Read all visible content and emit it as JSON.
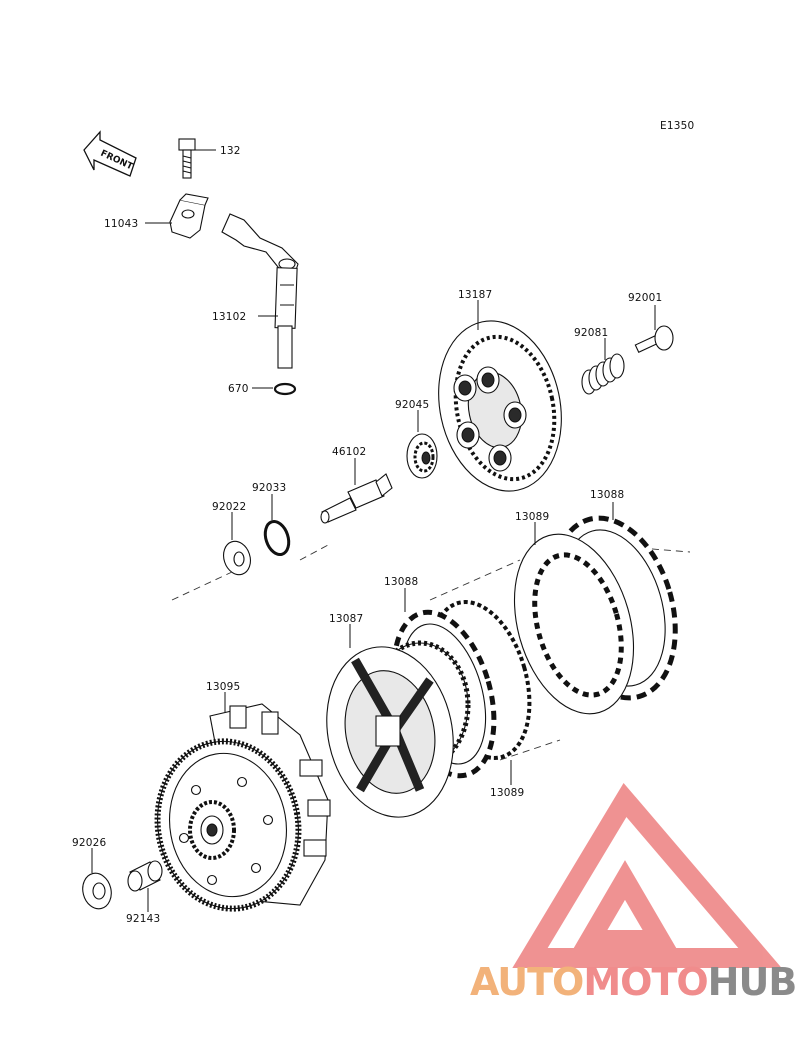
{
  "diagram": {
    "code": "E1350",
    "front_label": "FRONT"
  },
  "parts": {
    "p132": "132",
    "p11043": "11043",
    "p13102": "13102",
    "p670": "670",
    "p13187": "13187",
    "p92001": "92001",
    "p92081": "92081",
    "p92045": "92045",
    "p46102": "46102",
    "p92033": "92033",
    "p92022": "92022",
    "p13089a": "13089",
    "p13088a": "13088",
    "p13088b": "13088",
    "p13087": "13087",
    "p13089b": "13089",
    "p13095": "13095",
    "p92026": "92026",
    "p92143": "92143"
  },
  "watermark": {
    "part1": "AUTO",
    "part2": "MOTO",
    "part3": "HUB",
    "colors": {
      "auto": "#f2b27a",
      "moto": "#f08c8c",
      "hub": "#8a8a8a",
      "triangle": "#ef8d8d"
    }
  }
}
